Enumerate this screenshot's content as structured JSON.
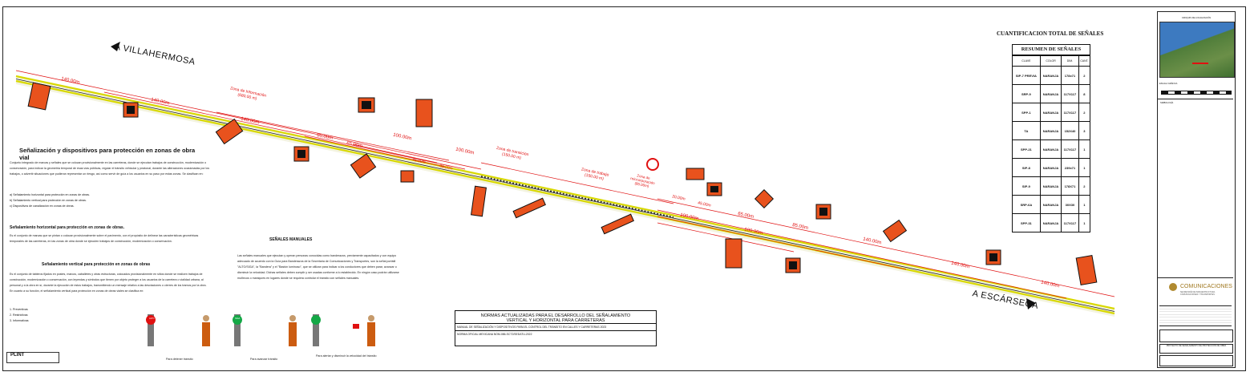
{
  "directions": {
    "north": "A VILLAHERMOSA",
    "south": "A ESCÁRSEGA"
  },
  "zones": {
    "info": [
      "Zona de Información",
      "(680.00 m)"
    ],
    "transition": [
      "Zona de transición",
      "(150.00 m)"
    ],
    "work": [
      "Zona de trabajo",
      "(150.00 m)"
    ],
    "return": [
      "Zona de",
      "reincorporación",
      "(80.00m)"
    ]
  },
  "distances": {
    "north_140a": "140.00m",
    "north_140b": "140.00m",
    "north_140c": "140.00m",
    "n85": "85.00m",
    "n65": "65.00m",
    "n100a": "100.00m",
    "n100b": "100.00m",
    "n45": "45.00m",
    "n35": "35.00m",
    "n20": "20.00m",
    "s20": "20.00m",
    "s45": "45.00m",
    "s65": "65.00m",
    "s85": "85.00m",
    "s100a": "100.00m",
    "s100b": "100.00m",
    "south_140a": "140.00m",
    "south_140b": "140.00m",
    "south_140c": "140.00m"
  },
  "left_text": {
    "title": "Señalización y dispositivos para protección en zonas de obra vial",
    "intro": "Conjunto integrado de marcas y señales que se colocan provisionalmente en las carreteras, donde se ejecutan trabajos de construcción, modernización o conservación, para indicar la geometría temporal de esas vías públicas, regular el tránsito vehicular y peatonal, durante las alteraciones ocasionadas por los trabajos, o advertir situaciones que pudieran representar un riesgo, así como servir de guía a los usuarios en su paso por estas zonas. Se clasifican en:",
    "list": [
      "a)    Señalamiento horizontal para protección en zonas de obras.",
      "b)    Señalamiento vertical para protección en zonas de obras.",
      "c)    Dispositivos de canalización en zonas de obras."
    ],
    "h_title": "Señalamiento horizontal para protección en zonas de obras.",
    "h_text": "Es el conjunto de marcas que se pintan o colocan provisionalmente sobre el pavimento, con el propósito de delinear las características geométricas temporales de las carreteras, en las zonas de obra donde se ejecuten trabajos de construcción, modernización o conservación.",
    "v_title": "Señalamiento vertical para protección en zonas de obras",
    "v_text": "Es el conjunto de tableros fijados en postes, marcos, caballetes y otras estructuras, colocados provisionalmente en sitios donde se realicen trabajos de construcción, modernización o conservación, con leyendas y símbolos que tienen por objeto proteger a los usuarios de la carretera o vialidad urbana, al personal y a la obra en sí, durante la ejecución de estos trabajos, transmitiendo un mensaje relativo a las desviaciones o cierres de los tramos por la obra. En cuanto a su función, el señalamiento vertical para protección en zonas de obras viales se clasifica en:",
    "v_list": [
      "1.         Preventivas",
      "2.         Restrictivas",
      "3.         Informativas"
    ]
  },
  "manual": {
    "title": "SEÑALES MANUALES",
    "text": "Las señales manuales que ejecutan y operan personas conocidas como banderazos, previamente capacitados y con equipo adecuado de acuerdo con la Guía para Banderazos de la Secretaría de Comunicaciones y Transportes, son la señal portátil \"ALTO/SIGA\", la \"Bandera\" y el \"Bastón luminoso\", que se utilizan para indicar a los conductores que deben parar, avanzar o disminuir la velocidad. Dichas señales deben cumplir y ser usadas conforme a lo establecido. En ningún caso podrán utilizarse muñecos o maniquíes en lugares donde se requiera controlar el tránsito con señales manuales.",
    "captions": [
      "Para detener tránsito",
      "Para avanzar tránsito",
      "Para alertar y disminuir la velocidad del tránsito"
    ],
    "paddle_stop": "ALTO",
    "paddle_go": "SIGA"
  },
  "norms": {
    "heading": [
      "NORMAS ACTUALIZADAS PARA EL DESARROLLO DEL SEÑALAMIENTO",
      "VERTICAL Y HORIZONTAL PARA CARRETERAS"
    ],
    "line1": "MANUAL DE SEÑALIZACIÓN Y DISPOSITIVOS PARA EL CONTROL DEL TRÁNSITO EN CALLES Y CARRETERAS 2023",
    "line2": "NORMA OFICIAL MEXICANA NOM-086-SCT2/SEDATU-2022"
  },
  "summary": {
    "title": "CUANTIFICACION TOTAL DE SEÑALES",
    "subtitle": "RESUMEN DE SEÑALES",
    "headers": [
      "CLAVE",
      "COLOR",
      "DIM.",
      "CANT."
    ],
    "rows": [
      [
        "SIP-7 PREVIA",
        "NARANJA",
        "178x71",
        "2"
      ],
      [
        "SRP-9",
        "NARANJA",
        "117X117",
        "8"
      ],
      [
        "SPP-1",
        "NARANJA",
        "117X117",
        "2"
      ],
      [
        "TA",
        "NARANJA",
        "152X40",
        "3"
      ],
      [
        "SPP-21",
        "NARANJA",
        "117X117",
        "1"
      ],
      [
        "SIP-8",
        "NARANJA",
        "239x71",
        "1"
      ],
      [
        "SIP-9",
        "NARANJA",
        "178X71",
        "2"
      ],
      [
        "SRP-6A",
        "NARANJA",
        "30X30",
        "1"
      ],
      [
        "SPP-31",
        "NARANJA",
        "117X117",
        "1"
      ]
    ]
  },
  "title_block": {
    "map_label": "CROQUIS DE LOCALIZACIÓN",
    "scale_label": "ESCALA GRÁFICA",
    "notes_label": "SIMBOLOGÍA",
    "logo_text": "COMUNICACIONES",
    "logo_sub": "SECRETARÍA DE INFRAESTRUCTURA, COMUNICACIONES Y TRANSPORTES",
    "project": "PROYECTO DE SEÑALAMIENTO DE PROTECCIÓN DE OBRA"
  },
  "logo_bottom_left": "PLINT",
  "colors": {
    "sign_orange": "#e8521d",
    "road_yellow": "#e0e000",
    "dim_red": "#e01010"
  }
}
